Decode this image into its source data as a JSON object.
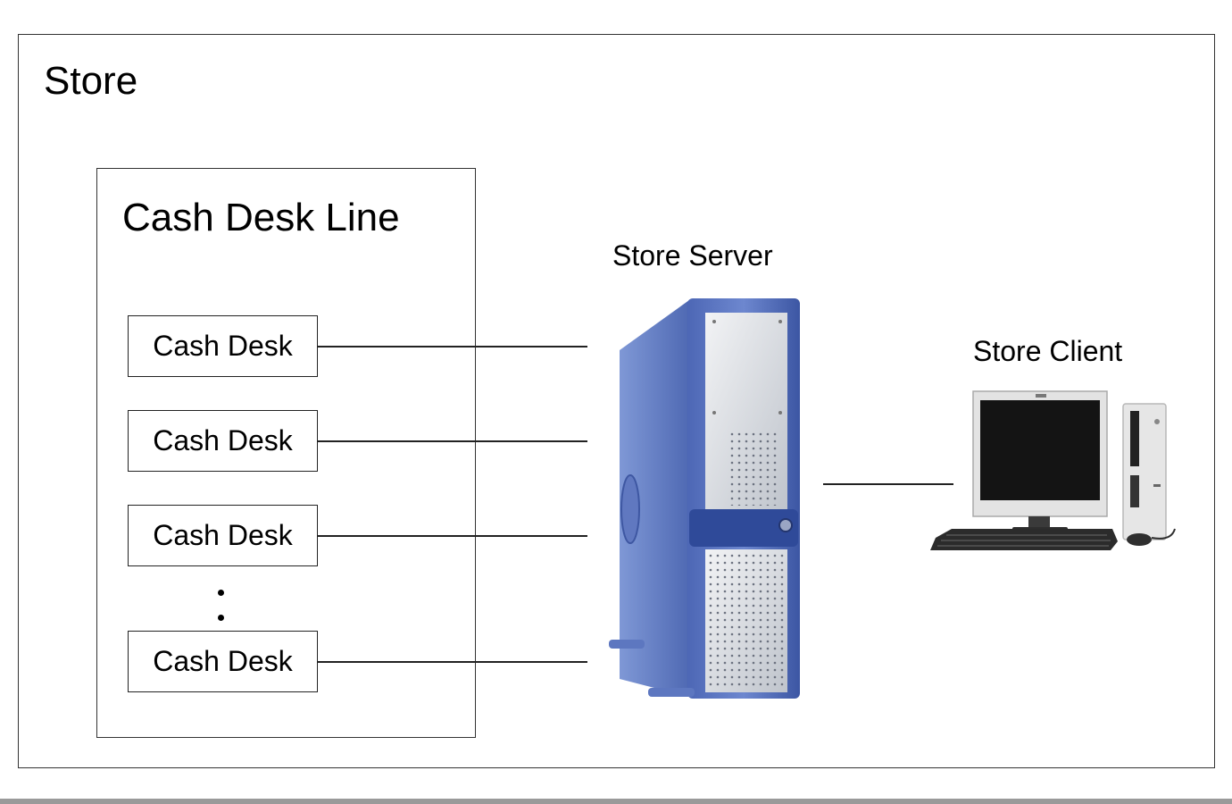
{
  "store": {
    "title": "Store"
  },
  "cash_desk_line": {
    "title": "Cash Desk Line",
    "desks": [
      {
        "label": "Cash Desk"
      },
      {
        "label": "Cash Desk"
      },
      {
        "label": "Cash Desk"
      },
      {
        "label": "Cash Desk"
      }
    ]
  },
  "server": {
    "label": "Store Server",
    "icon": "server-tower-icon"
  },
  "client": {
    "label": "Store Client",
    "icon": "desktop-computer-icon"
  },
  "colors": {
    "server_blue": "#5a78c0",
    "server_dark_blue": "#2f4a99",
    "server_silver": "#d4d8de",
    "monitor_frame": "#e3e3e3",
    "keyboard": "#2b2b2b"
  }
}
